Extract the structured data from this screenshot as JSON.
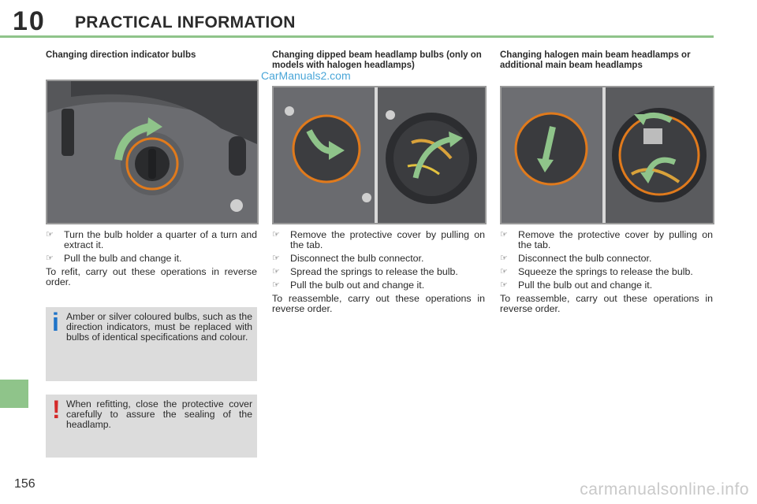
{
  "header": {
    "chapter_number": "10",
    "chapter_title": "PRACTICAL INFORMATION"
  },
  "page_number": "156",
  "watermark_top": "CarManuals2.com",
  "watermark_bottom": "carmanualsonline.info",
  "bullet_glyph": "☞",
  "section1": {
    "title": "Changing direction indicator bulbs",
    "steps": [
      "Turn the bulb holder a quarter of a turn and extract it.",
      "Pull the bulb and change it."
    ],
    "note": "To refit, carry out these operations in reverse order."
  },
  "info_box": {
    "icon": "i",
    "icon_color": "#1e73c8",
    "text": "Amber or silver coloured bulbs, such as the direction indicators, must be replaced with bulbs of identical specifications and colour."
  },
  "warning_box": {
    "icon": "!",
    "icon_color": "#d42a2a",
    "text": "When refitting, close the protective cover carefully to assure the sealing of the headlamp."
  },
  "section2": {
    "title": "Changing dipped beam headlamp bulbs (only on models with halogen headlamps)",
    "steps": [
      "Remove the protective cover by pulling on the tab.",
      "Disconnect the bulb connector.",
      "Spread the springs to release the bulb.",
      "Pull the bulb out and change it."
    ],
    "note": "To reassemble, carry out these operations in reverse order."
  },
  "section3": {
    "title": "Changing halogen main beam headlamps or additional main beam headlamps",
    "steps": [
      "Remove the protective cover by pulling on the tab.",
      "Disconnect the bulb connector.",
      "Squeeze the springs to release the bulb.",
      "Pull the bulb out and change it."
    ],
    "note": "To reassemble, carry out these operations in reverse order."
  },
  "colors": {
    "accent_green": "#8fc48a",
    "highlight_orange": "#e07a1c",
    "box_grey": "#dcdcdc"
  }
}
